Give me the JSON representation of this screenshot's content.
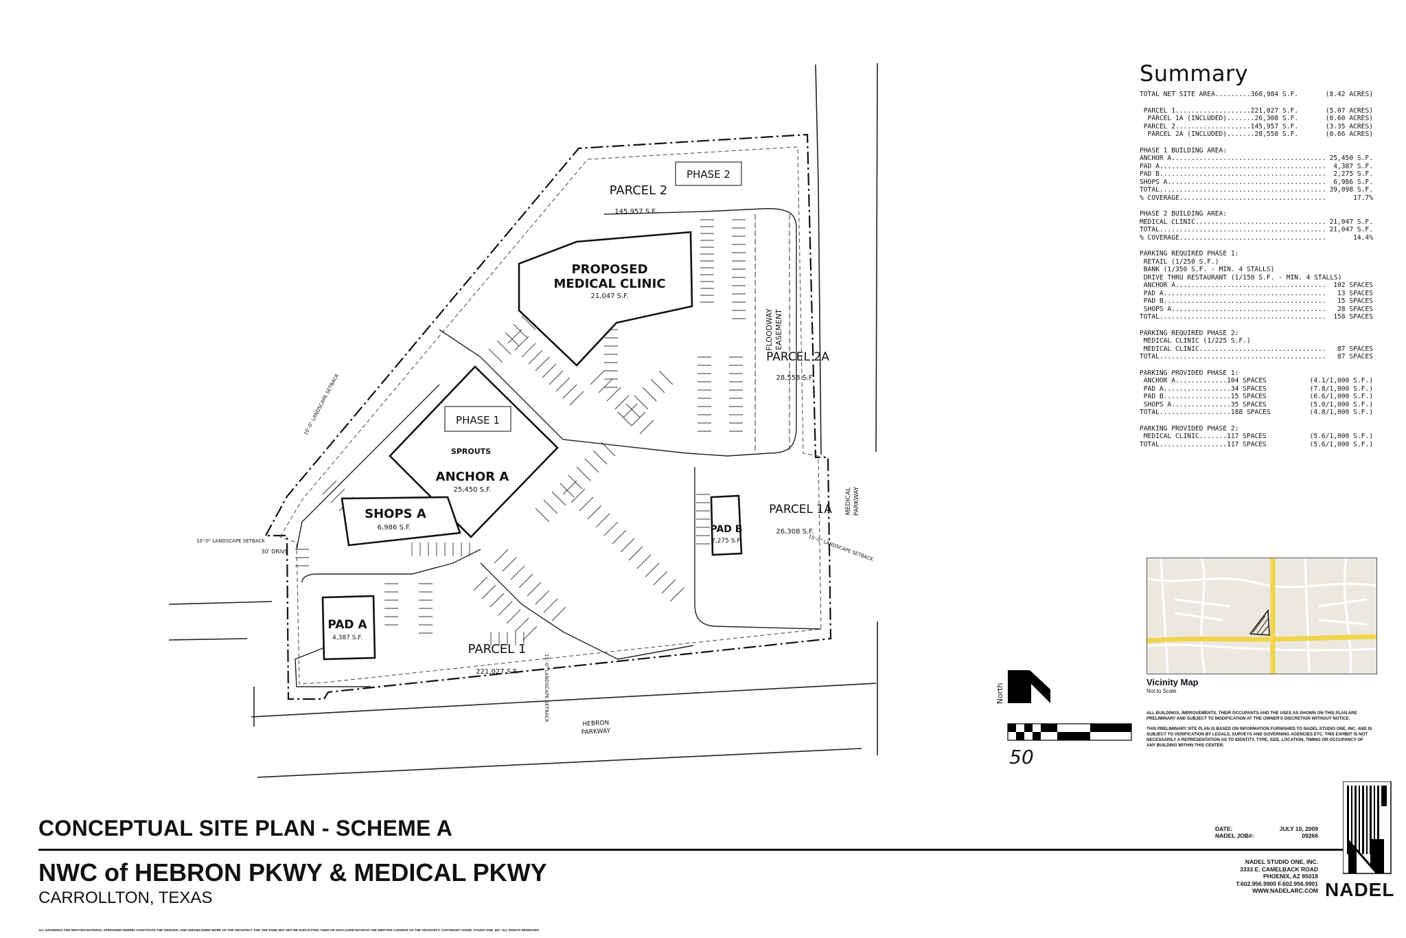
{
  "plan": {
    "labels": {
      "phase2": "PHASE 2",
      "phase1": "PHASE 1",
      "parcel2": "PARCEL 2",
      "parcel2_area": "145,957 S.F.",
      "parcel2a": "PARCEL 2A",
      "parcel2a_area": "28,558 S.F.",
      "parcel1a": "PARCEL 1A",
      "parcel1a_area": "26,308 S.F.",
      "parcel1": "PARCEL 1",
      "parcel1_area": "221,027 S.F.",
      "clinic_l1": "PROPOSED",
      "clinic_l2": "MEDICAL CLINIC",
      "clinic_area": "21,047 S.F.",
      "anchor": "ANCHOR A",
      "anchor_area": "25,450 S.F.",
      "shops": "SHOPS A",
      "shops_area": "6,986 S.F.",
      "pada": "PAD A",
      "pada_area": "4,387 S.F.",
      "padb": "PAD B",
      "padb_area": "2,275 S.F.",
      "tenant_logo": "SPROUTS",
      "floodway_l1": "FLOODWAY",
      "floodway_l2": "EASEMENT",
      "landscape_setback_a": "10'-0\" LANDSCAPE SETBACK",
      "landscape_setback_b": "10'-0\" LANDSCAPE SETBACK",
      "landscape_setback_c": "15'-0\" LANDSCAPE SETBACK",
      "landscape_setback_d": "15'-0\" LANDSCAPE SETBACK",
      "drive_30": "30' DRIVE",
      "hebron_l1": "HEBRON",
      "hebron_l2": "PARKWAY",
      "medical_l1": "MEDICAL",
      "medical_l2": "PARKWAY",
      "north": "North",
      "scale": "50"
    }
  },
  "summary": {
    "title": "Summary",
    "blocks": [
      {
        "lines": [
          {
            "l": "TOTAL NET SITE AREA.........366,984 S.F.",
            "r": "(8.42 ACRES)"
          }
        ]
      },
      {
        "lines": [
          {
            "l": " PARCEL 1...................221,027 S.F.",
            "r": "(5.07 ACRES)"
          },
          {
            "l": "  PARCEL 1A (INCLUDED).......26,308 S.F.",
            "r": "(0.60 ACRES)"
          },
          {
            "l": " PARCEL 2...................145,957 S.F.",
            "r": "(3.35 ACRES)"
          },
          {
            "l": "  PARCEL 2A (INCLUDED).......28,558 S.F.",
            "r": "(0.66 ACRES)"
          }
        ]
      },
      {
        "head": "PHASE 1 BUILDING AREA:",
        "lines": [
          {
            "l": "ANCHOR A.......................................",
            "r": "25,450 S.F."
          },
          {
            "l": "PAD A..........................................",
            "r": "4,387 S.F."
          },
          {
            "l": "PAD B..........................................",
            "r": "2,275 S.F."
          },
          {
            "l": "SHOPS A........................................",
            "r": "6,986 S.F."
          },
          {
            "l": "TOTAL..........................................",
            "r": "39,098 S.F."
          },
          {
            "l": "% COVERAGE.....................................",
            "r": "17.7%"
          }
        ]
      },
      {
        "head": "PHASE 2 BUILDING AREA:",
        "lines": [
          {
            "l": "MEDICAL CLINIC.................................",
            "r": "21,047 S.F."
          },
          {
            "l": "TOTAL..........................................",
            "r": "21,047 S.F."
          },
          {
            "l": "% COVERAGE.....................................",
            "r": "14.4%"
          }
        ]
      },
      {
        "head": "PARKING REQUIRED PHASE 1:",
        "lines": [
          {
            "l": " RETAIL (1/250 S.F.)",
            "r": ""
          },
          {
            "l": " BANK (1/350 S.F. - MIN. 4 STALLS)",
            "r": ""
          },
          {
            "l": " DRIVE THRU RESTAURANT (1/150 S.F. - MIN. 4 STALLS)",
            "r": ""
          },
          {
            "l": " ANCHOR A......................................",
            "r": "102 SPACES"
          },
          {
            "l": " PAD A.........................................",
            "r": "13 SPACES"
          },
          {
            "l": " PAD B.........................................",
            "r": "15 SPACES"
          },
          {
            "l": " SHOPS A.......................................",
            "r": "28 SPACES"
          },
          {
            "l": "TOTAL..........................................",
            "r": "158 SPACES"
          }
        ]
      },
      {
        "head": "PARKING REQUIRED PHASE 2:",
        "lines": [
          {
            "l": " MEDICAL CLINIC (1/225 S.F.)",
            "r": ""
          },
          {
            "l": " MEDICAL CLINIC................................",
            "r": "87 SPACES"
          },
          {
            "l": "TOTAL..........................................",
            "r": "87 SPACES"
          }
        ]
      },
      {
        "head": "PARKING PROVIDED PHASE 1:",
        "lines": [
          {
            "l": " ANCHOR A.............104 SPACES",
            "r": "(4.1/1,000 S.F.)"
          },
          {
            "l": " PAD A.................34 SPACES",
            "r": "(7.8/1,000 S.F.)"
          },
          {
            "l": " PAD B.................15 SPACES",
            "r": "(6.6/1,000 S.F.)"
          },
          {
            "l": " SHOPS A...............35 SPACES",
            "r": "(5.0/1,000 S.F.)"
          },
          {
            "l": "TOTAL..................188 SPACES",
            "r": "(4.8/1,000 S.F.)"
          }
        ]
      },
      {
        "head": "PARKING PROVIDED PHASE 2:",
        "lines": [
          {
            "l": " MEDICAL CLINIC.......117 SPACES",
            "r": "(5.6/1,000 S.F.)"
          },
          {
            "l": "TOTAL.................117 SPACES",
            "r": "(5.6/1,000 S.F.)"
          }
        ]
      }
    ]
  },
  "vicinity": {
    "title": "Vicinity Map",
    "subtitle": "Not to Scale",
    "disclaimer1": "ALL BUILDINGS, IMPROVEMENTS, THEIR OCCUPANTS AND THE USES AS SHOWN ON THIS PLAN ARE PRELIMINARY AND SUBJECT TO MODIFICATION AT THE OWNER'S DISCRETION WITHOUT NOTICE.",
    "disclaimer2": "THIS PRELIMINARY SITE PLAN IS BASED ON INFORMATION FURNISHED TO NADEL STUDIO ONE, INC. AND IS SUBJECT TO VERIFICATION BY LEGALS, SURVEYS AND GOVERNING AGENCIES ETC. THIS EXHIBIT IS NOT NECESSARILY A REPRESENTATION AS TO IDENTITY, TYPE, SIZE, LOCATION, TIMING OR OCCUPANCY OF ANY BUILDING WITHIN THIS CENTER."
  },
  "titleblock": {
    "title": "CONCEPTUAL SITE PLAN - SCHEME A",
    "location": "NWC of HEBRON PKWY & MEDICAL PKWY",
    "city": "CARROLLTON, TEXAS",
    "fineprint": "ALL DRAWINGS AND WRITTEN MATERIAL APPEARING HEREIN CONSTITUTE THE ORIGINAL AND UNPUBLISHED WORK OF THE ARCHITECT AND THE SAME MAY NOT BE DUPLICATED, USED OR DISCLOSED WITHOUT THE WRITTEN CONSENT OF THE ARCHITECT. COPYRIGHT: NADEL STUDIO ONE, INC. ALL RIGHTS RESERVED.",
    "date_label": "DATE:",
    "date_value": "JULY 10, 2009",
    "job_label": "NADEL JOB#:",
    "job_value": "09266",
    "firm_name": "NADEL STUDIO ONE, INC.",
    "firm_addr1": "3333 E. CAMELBACK ROAD",
    "firm_addr2": "PHOENIX, AZ 85018",
    "firm_phone": "T.602.956.9900  F.602.956.9901",
    "firm_web": "WWW.NADELARC.COM",
    "logo": "NADEL"
  }
}
